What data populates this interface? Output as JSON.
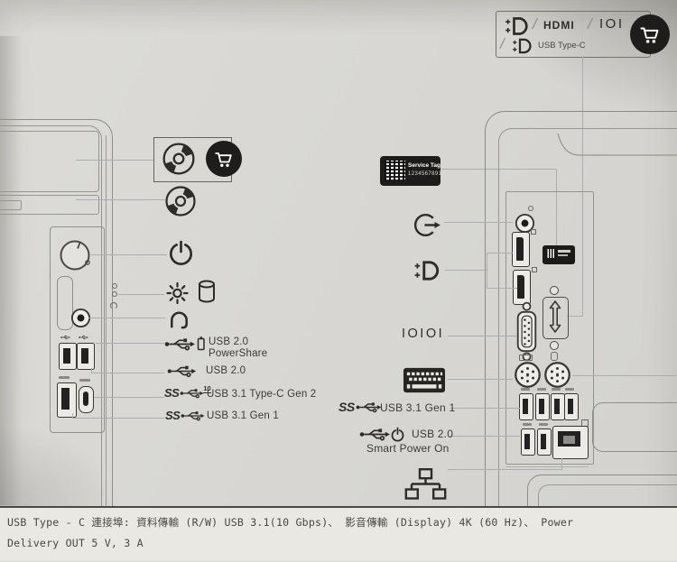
{
  "footer": {
    "line1": "USB Type - C 連接埠: 資料傳輸 (R/W) USB 3.1(10 Gbps)、 影音傳輸 (Display) 4K (60 Hz)、 Power",
    "line2": "Delivery OUT 5 V, 3 A"
  },
  "top_box": {
    "slash1": "/",
    "slash2": "/",
    "slash3": "/",
    "hdmi": "HDMI",
    "ioi": "IOI",
    "usb_type_c": "USB Type-C"
  },
  "service_tag": {
    "title": "Service Tag",
    "number": "1234567891"
  },
  "front": {
    "ss": "SS",
    "gen2_sup": "10",
    "usb20_powershare_l1": "USB 2.0",
    "usb20_powershare_l2": "PowerShare",
    "usb20": "USB 2.0",
    "usb31_typec_gen2": "USB 3.1 Type-C Gen 2",
    "usb31_gen1": "USB 3.1 Gen 1"
  },
  "rear": {
    "serial": "IOIOI",
    "ss": "SS",
    "usb31_gen1": "USB 3.1 Gen 1",
    "usb20": "USB 2.0",
    "smart_power_on": "Smart Power On"
  },
  "icons": {
    "optical_disc": "disc-glyph",
    "shopping_cart": "cart-glyph",
    "power": "power-symbol",
    "diagnostic_light": "sun-symbol",
    "hard_drive": "cylinder-symbol",
    "headset": "headset-arc",
    "usb": "usb-trident",
    "usb_powershare": "usb-trident-battery",
    "usb_smart_power": "usb-trident-power",
    "displayport": "dp-logo",
    "line_out": "circle-arrow-out",
    "keyboard": "keyboard-glyph",
    "network": "ethernet-tree",
    "colors": {
      "callout_line": "#a6aeb6",
      "ink": "#2d2c2a",
      "paper": "#d8d7d3",
      "strip": "#e9e8e3"
    }
  }
}
